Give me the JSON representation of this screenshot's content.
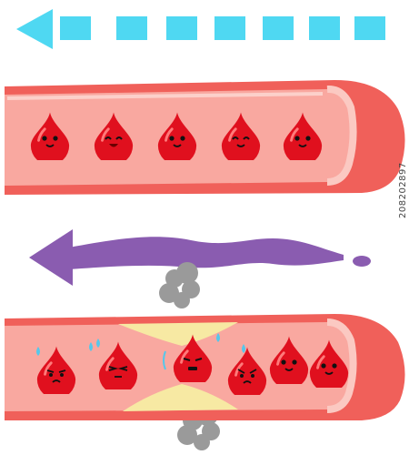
{
  "scene": {
    "top_arrow": {
      "color": "#4fd8f2",
      "direction": "left",
      "style": "dashed"
    },
    "healthy_vessel": {
      "wall_color": "#f0605a",
      "lumen_color": "#f9a8a0",
      "cells": [
        {
          "expression": "smile"
        },
        {
          "expression": "grin"
        },
        {
          "expression": "smile"
        },
        {
          "expression": "wink"
        },
        {
          "expression": "smile"
        }
      ]
    },
    "wavy_arrow": {
      "color": "#8a5cb0",
      "direction": "left",
      "style": "wavy"
    },
    "narrowed_vessel": {
      "wall_color": "#f0605a",
      "lumen_color": "#f9a8a0",
      "plaque_color": "#f7e9a3",
      "cells": [
        {
          "expression": "worried"
        },
        {
          "expression": "distressed"
        },
        {
          "expression": "squeezed"
        },
        {
          "expression": "angry"
        },
        {
          "expression": "smile"
        },
        {
          "expression": "smile"
        }
      ]
    },
    "smoke_puffs": {
      "color": "#9a9a9a",
      "count": 2
    },
    "sweat_color": "#57c7ea"
  },
  "watermark": {
    "text": "208202897"
  }
}
